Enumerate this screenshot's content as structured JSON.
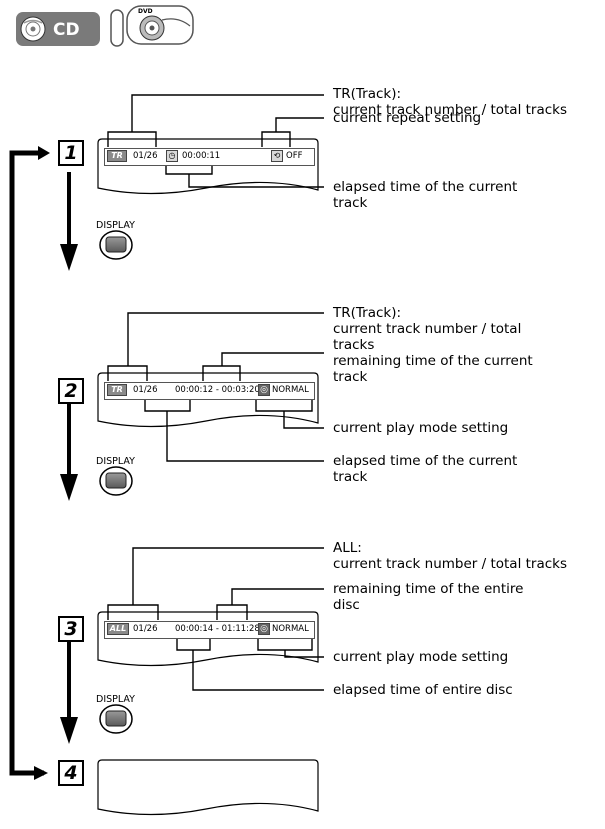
{
  "logos": {
    "cd_text": "CD",
    "dvd_text": "DVD"
  },
  "steps": [
    {
      "number": "1",
      "screen": {
        "badge": "TR",
        "track": "01/26",
        "time": "00:00:11",
        "setting": "OFF"
      },
      "labels": [
        "TR(Track):",
        "current track number / total tracks",
        "current repeat setting",
        "elapsed time of the current",
        "track"
      ]
    },
    {
      "number": "2",
      "screen": {
        "badge": "TR",
        "track": "01/26",
        "time": "00:00:12 - 00:03:20",
        "setting": "NORMAL"
      },
      "labels": [
        "TR(Track):",
        "current track number / total",
        "tracks",
        "remaining time of the current",
        "track",
        "current play mode setting",
        "elapsed time of the current",
        "track"
      ]
    },
    {
      "number": "3",
      "screen": {
        "badge": "ALL",
        "track": "01/26",
        "time": "00:00:14 - 01:11:28",
        "setting": "NORMAL"
      },
      "labels": [
        "ALL:",
        "current track number / total tracks",
        "remaining time of the entire",
        "disc",
        "current play mode setting",
        "elapsed time of entire disc"
      ]
    },
    {
      "number": "4"
    }
  ],
  "display_button_label": "DISPLAY"
}
